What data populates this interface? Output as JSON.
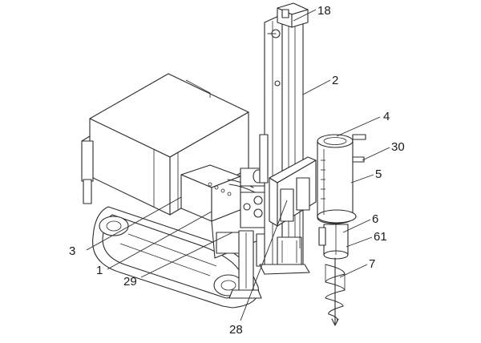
{
  "labels": {
    "l18": "18",
    "l2": "2",
    "l4": "4",
    "l30": "30",
    "l5": "5",
    "l6": "6",
    "l61": "61",
    "l7": "7",
    "l3": "3",
    "l1": "1",
    "l29": "29",
    "l28": "28"
  }
}
